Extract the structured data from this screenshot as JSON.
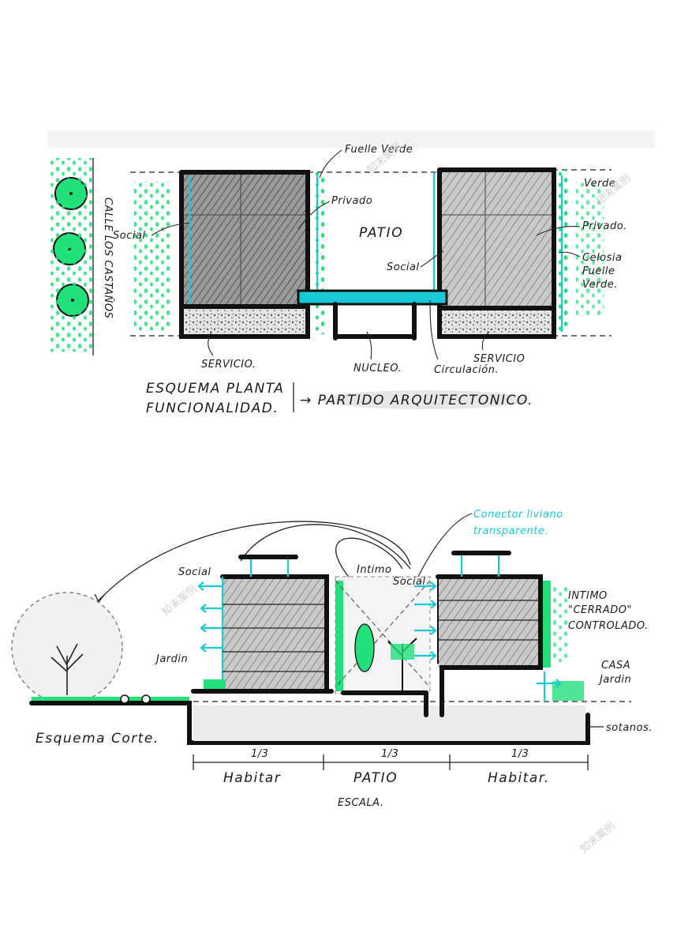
{
  "plan": {
    "street_label": "CALLE LOS CASTAÑOS",
    "fuelle_verde_top": "Fuelle Verde",
    "verde_right": "Verde",
    "privado_left": "Privado",
    "privado_right": "Privado.",
    "social_left": "Social",
    "social_right": "Social",
    "patio": "PATIO",
    "celosia": [
      "Celosia",
      "Fuelle",
      "Verde."
    ],
    "servicio_left": "SERVICIO.",
    "servicio_right": "SERVICIO",
    "nucleo": "NUCLEO.",
    "circulacion": "Circulación.",
    "caption_line1": "ESQUEMA PLANTA",
    "caption_line2": "FUNCIONALIDAD.",
    "partido": "→ PARTIDO ARQUITECTONICO."
  },
  "section": {
    "conector_line1": "Conector liviano",
    "conector_line2": "transparente.",
    "social_left": "Social",
    "intimo_top": "Intimo",
    "social_mid": "Social",
    "intimo_right_line1": "INTIMO",
    "intimo_right_line2": "\"CERRADO\"",
    "intimo_right_line3": "CONTROLADO.",
    "jardin_left": "Jardin",
    "casa_jardin_line1": "CASA",
    "casa_jardin_line2": "Jardin",
    "sotanos": "sotanos.",
    "esquema_corte": "Esquema Corte.",
    "dims": [
      "1/3",
      "1/3",
      "1/3"
    ],
    "habitar_left": "Habitar",
    "patio": "PATIO",
    "habitar_right": "Habitar.",
    "escala": "ESCALA."
  },
  "watermark": "知末案例",
  "colors": {
    "green": "#22e07a",
    "cyan": "#19c9d6",
    "ink": "#111111"
  }
}
